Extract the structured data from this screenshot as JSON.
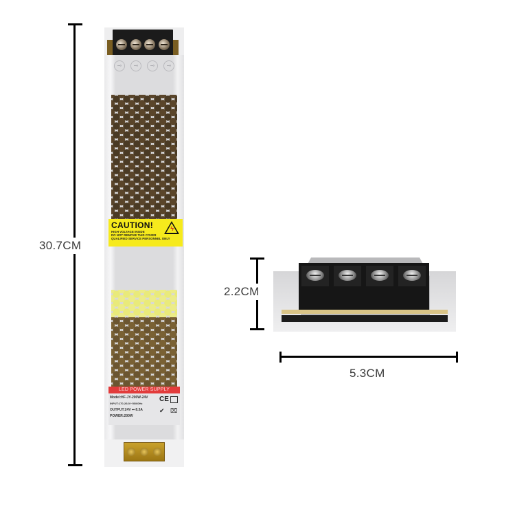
{
  "dimensions": {
    "height": {
      "label": "30.7CM"
    },
    "depth": {
      "label": "2.2CM"
    },
    "width": {
      "label": "5.3CM"
    }
  },
  "product": {
    "caution_label": {
      "title": "CAUTION!",
      "lines": [
        "HIGH VOLTAGE INSIDE",
        "DO NOT REMOVE THIS COVER",
        "QUALIFIED SERVICE PERSONNEL ONLY"
      ],
      "icon": "high-voltage-warning-icon"
    },
    "nameplate": {
      "banner": "LED POWER SUPPLY",
      "model": "Model:HF-JY-200W-24V",
      "input": "INPUT:170-264V~50/60Hz",
      "output": "OUTPUT:24V  ⎓  8.3A",
      "power": "POWER:200W",
      "cert_marks": [
        "CE",
        "RoHS"
      ],
      "icons": [
        "ce-mark-icon",
        "indoor-use-icon",
        "rohs-icon",
        "weee-bin-icon"
      ]
    },
    "terminal_symbols": [
      "⊸",
      "⊸",
      "⊸",
      "⊸"
    ]
  },
  "colors": {
    "caution_yellow": "#f6ea1c",
    "banner_red": "#e23b3b",
    "line": "#000000",
    "text": "#3a3a3a"
  }
}
